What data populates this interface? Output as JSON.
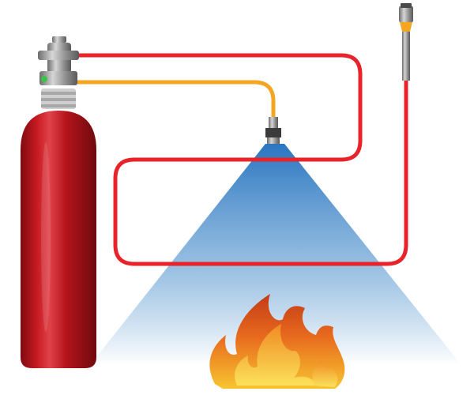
{
  "diagram": {
    "components": [
      {
        "name": "extinguisher-cylinder",
        "color": "#c0161d"
      },
      {
        "name": "cylinder-valve",
        "color": "#9a9a9a"
      },
      {
        "name": "detection-tube",
        "color": "#e8232a"
      },
      {
        "name": "discharge-pipe",
        "color": "#f4a623"
      },
      {
        "name": "discharge-nozzle",
        "color": "#7a7a7a"
      },
      {
        "name": "tube-end-fitting",
        "color": "#f4a623"
      },
      {
        "name": "agent-spray",
        "color": "#2f7fc4"
      },
      {
        "name": "fire",
        "color": "#e2551c"
      }
    ],
    "colors": {
      "red_tube": "#e8232a",
      "orange_pipe": "#f4a623",
      "cylinder_red": "#c0161d",
      "spray_blue": "#2f7fc4",
      "flame_orange": "#e2551c",
      "flame_yellow": "#f7c530",
      "indicator_green": "#3cc34a"
    }
  }
}
